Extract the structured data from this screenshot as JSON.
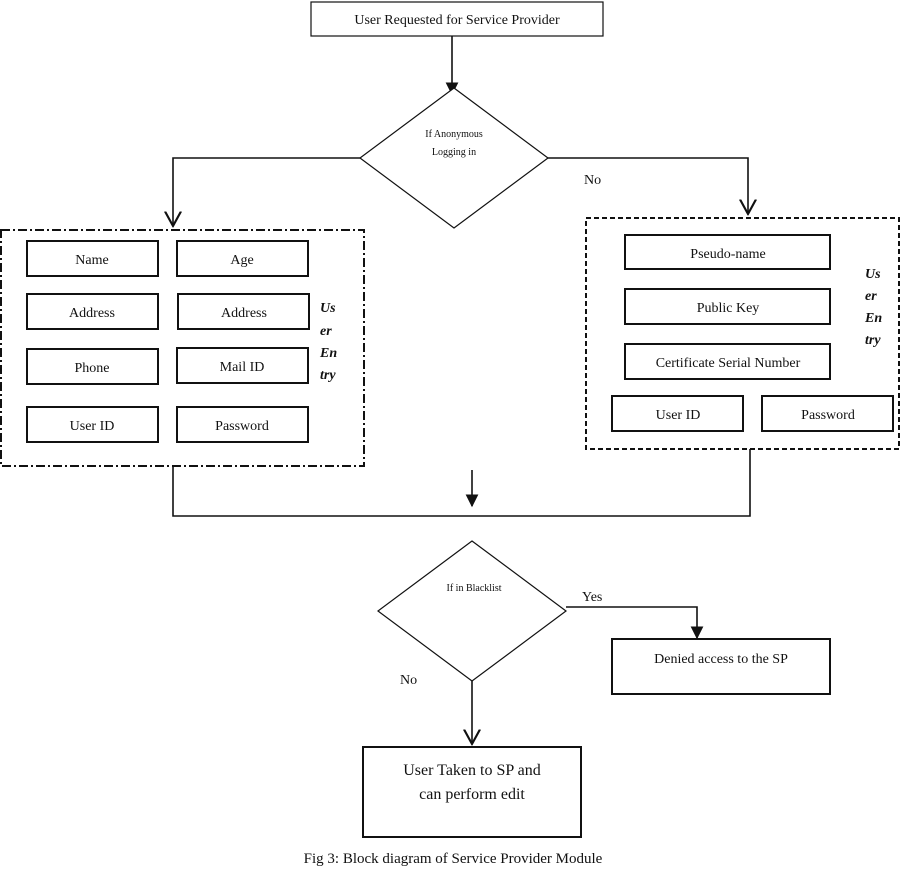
{
  "start": "User Requested for Service Provider",
  "decision1": {
    "line1": "If Anonymous",
    "line2": "Logging in",
    "no_label": "No"
  },
  "user_entry_left": {
    "fields": [
      "Name",
      "Age",
      "Address",
      "Address",
      "Phone",
      "Mail ID",
      "User ID",
      "Password"
    ],
    "side_label": [
      "Us",
      "er",
      "En",
      "try"
    ]
  },
  "user_entry_right": {
    "fields": [
      "Pseudo-name",
      "Public Key",
      "Certificate Serial Number",
      "User ID",
      "Password"
    ],
    "side_label": [
      "Us",
      "er",
      "En",
      "try"
    ]
  },
  "decision2": {
    "label": "If in Blacklist",
    "yes_label": "Yes",
    "no_label": "No"
  },
  "denied": "Denied access to the SP",
  "end": {
    "line1": "User Taken to SP and",
    "line2": "can perform edit"
  },
  "caption": "Fig 3: Block diagram of Service Provider Module"
}
